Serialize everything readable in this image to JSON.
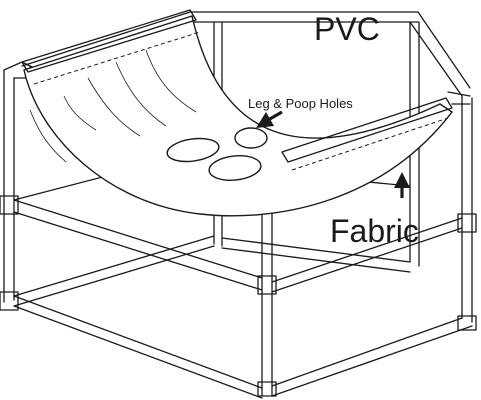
{
  "labels": {
    "pvc": "PVC",
    "holes": "Leg & Poop Holes",
    "fabric": "Fabric"
  }
}
